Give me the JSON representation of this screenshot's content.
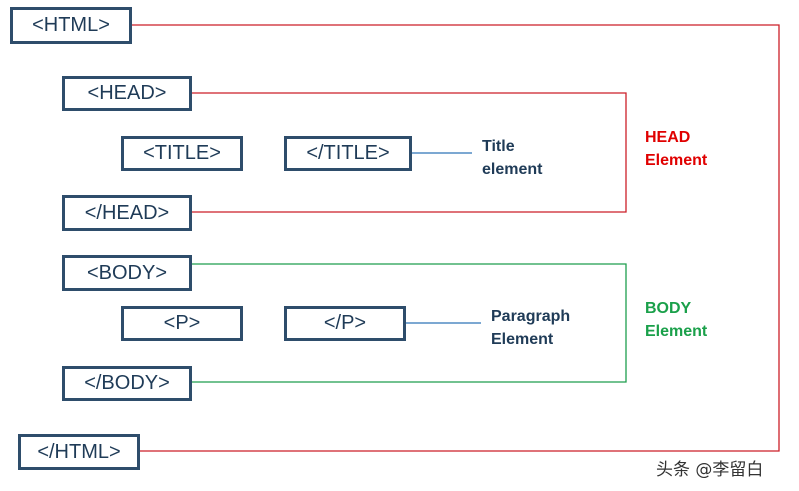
{
  "tags": {
    "html_open": "<HTML>",
    "head_open": "<HEAD>",
    "title_open": "<TITLE>",
    "title_close": "</TITLE>",
    "head_close": "</HEAD>",
    "body_open": "<BODY>",
    "p_open": "<P>",
    "p_close": "</P>",
    "body_close": "</BODY>",
    "html_close": "</HTML>"
  },
  "labels": {
    "title_element": "Title\nelement",
    "head_element": "HEAD\nElement",
    "paragraph_element": "Paragraph\nElement",
    "body_element": "BODY\nElement"
  },
  "watermark": "头条 @李留白",
  "colors": {
    "box_border": "#2e4d6b",
    "tag_text": "#1f3b57",
    "html_bracket": "#cc1f28",
    "head_bracket": "#cc1f28",
    "body_bracket": "#1e9e4e",
    "title_connector": "#2e75b6",
    "paragraph_connector": "#2e75b6",
    "head_label": "#e00000",
    "body_label": "#1aa04a",
    "element_label": "#1f3b57"
  }
}
